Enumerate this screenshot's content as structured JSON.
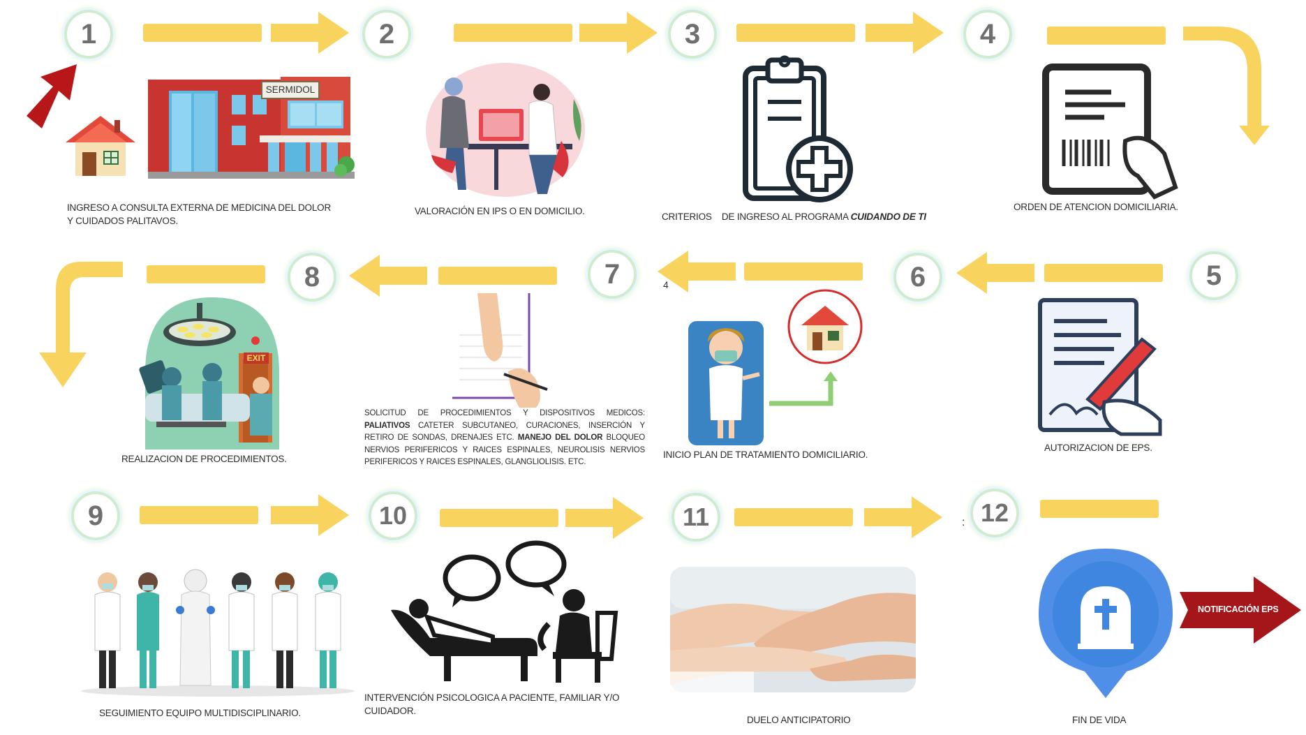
{
  "steps": [
    {
      "num": "1",
      "caption_line1": "INGRESO A CONSULTA EXTERNA DE MEDICINA DEL DOLOR",
      "caption_line2": "Y CUIDADOS PALITAVOS."
    },
    {
      "num": "2",
      "caption": "VALORACIÓN EN IPS O EN DOMICILIO."
    },
    {
      "num": "3",
      "caption_prefix": "CRITERIOS    DE INGRESO AL PROGRAMA ",
      "caption_emphasis": "CUIDANDO DE TI"
    },
    {
      "num": "4",
      "caption": "ORDEN DE ATENCION DOMICILIARIA."
    },
    {
      "num": "5",
      "caption": "AUTORIZACION DE EPS."
    },
    {
      "num": "6",
      "caption": "INICIO PLAN DE TRATAMIENTO DOMICILIARIO."
    },
    {
      "num": "7",
      "lines": [
        {
          "parts": [
            {
              "t": "SOLICITUD DE PROCEDIMIENTOS Y DISPOSITIVOS MEDICOS:",
              "b": false
            }
          ]
        },
        {
          "parts": [
            {
              "t": "PALIATIVOS",
              "b": true
            },
            {
              "t": " CATETER SUBCUTANEO, CURACIONES, INSERCIÓN Y",
              "b": false
            }
          ]
        },
        {
          "parts": [
            {
              "t": "RETIRO DE SONDAS, DRENAJES ETC. ",
              "b": false
            },
            {
              "t": "MANEJO DEL DOLOR",
              "b": true
            },
            {
              "t": " BLOQUEO",
              "b": false
            }
          ]
        },
        {
          "parts": [
            {
              "t": "NERVIOS PERIFERICOS Y RAICES ESPINALES, NEUROLISIS NERVIOS",
              "b": false
            }
          ]
        },
        {
          "parts": [
            {
              "t": "PERIFERICOS Y RAICES ESPINALES, GLANGLIOLISIS. ETC.",
              "b": false
            }
          ]
        }
      ]
    },
    {
      "num": "8",
      "caption": "REALIZACION DE PROCEDIMIENTOS."
    },
    {
      "num": "9",
      "caption": "SEGUIMIENTO EQUIPO MULTIDISCIPLINARIO."
    },
    {
      "num": "10",
      "caption_line1": "INTERVENCIÓN PSICOLOGICA A PACIENTE, FAMILIAR Y/O",
      "caption_line2": "CUIDADOR."
    },
    {
      "num": "11",
      "caption": "DUELO ANTICIPATORIO"
    },
    {
      "num": "12",
      "caption": "FIN DE VIDA"
    }
  ],
  "building_sign": "SERMIDOL",
  "exit_sign": "EXIT",
  "notification_label": "NOTIFICACIÓN EPS",
  "stray_marks": [
    "4",
    ":"
  ],
  "colors": {
    "arrow_yellow": "#f8d35e",
    "badge_text": "#6f6f6f",
    "red_arrow": "#b8171a",
    "pin_blue": "#3f86e0"
  }
}
